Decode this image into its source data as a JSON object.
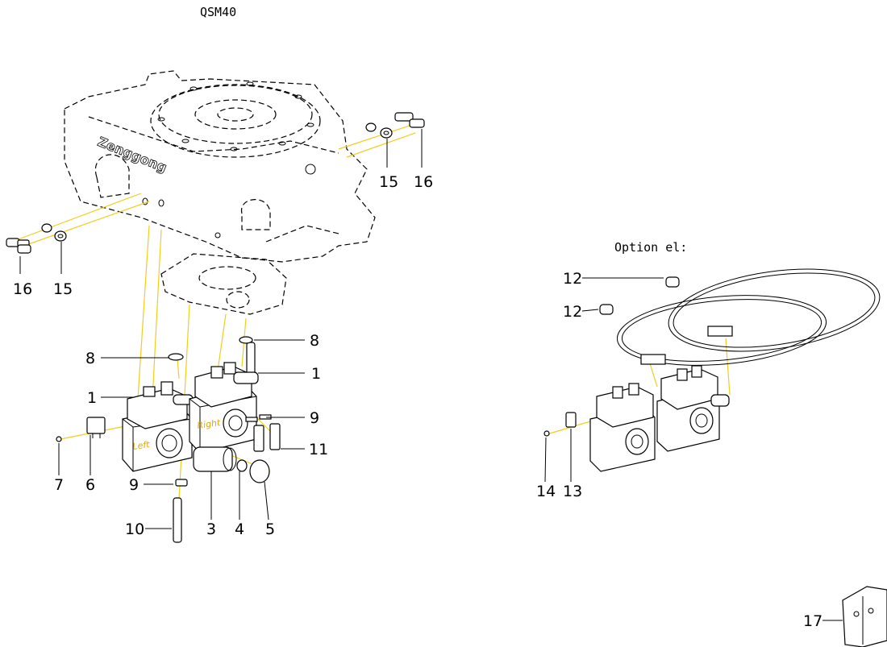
{
  "title": "QSM40",
  "option_label": "Option el:",
  "brand_text": "Zenggong",
  "side_labels": {
    "left": "Left",
    "right": "Right"
  },
  "callouts": [
    {
      "id": "c16a",
      "text": "16"
    },
    {
      "id": "c15a",
      "text": "15"
    },
    {
      "id": "c15b",
      "text": "15"
    },
    {
      "id": "c16b",
      "text": "16"
    },
    {
      "id": "c8a",
      "text": "8"
    },
    {
      "id": "c8b",
      "text": "8"
    },
    {
      "id": "c1a",
      "text": "1"
    },
    {
      "id": "c1b",
      "text": "1"
    },
    {
      "id": "c9a",
      "text": "9"
    },
    {
      "id": "c9b",
      "text": "9"
    },
    {
      "id": "c11",
      "text": "11"
    },
    {
      "id": "c7",
      "text": "7"
    },
    {
      "id": "c6",
      "text": "6"
    },
    {
      "id": "c10",
      "text": "10"
    },
    {
      "id": "c3",
      "text": "3"
    },
    {
      "id": "c4",
      "text": "4"
    },
    {
      "id": "c5",
      "text": "5"
    },
    {
      "id": "c12a",
      "text": "12"
    },
    {
      "id": "c12b",
      "text": "12"
    },
    {
      "id": "c14",
      "text": "14"
    },
    {
      "id": "c13",
      "text": "13"
    },
    {
      "id": "c17",
      "text": "17"
    }
  ],
  "colors": {
    "guide": "#f2cc1e",
    "ink": "#000000",
    "side_label": "#e0a800"
  }
}
